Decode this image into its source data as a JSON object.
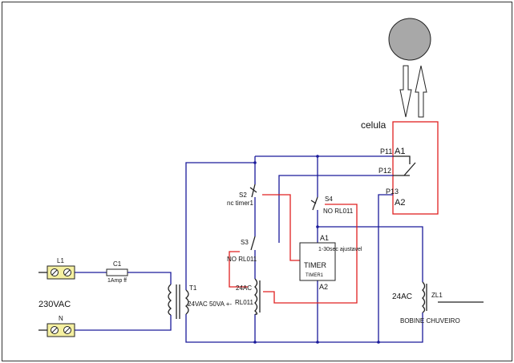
{
  "colors": {
    "wire_primary": "#1a1a9a",
    "wire_control": "#e02020",
    "terminal_fill": "#f5f0a0",
    "sensor_fill": "#a8a8a8"
  },
  "labels": {
    "celula": "celula",
    "p11": "P11",
    "a1_cell": "A1",
    "p12": "P12",
    "p13": "P13",
    "a2_cell": "A2",
    "s2": "S2",
    "s2_desc": "nc timer1",
    "s4": "S4",
    "s4_desc": "NO RL011",
    "s3": "S3",
    "s3_desc": "NO RL011",
    "a1_timer": "A1",
    "timer_range": "1-30sec ajustavel",
    "timer_name": "TIMER",
    "timer_id": "TIMER1",
    "a2_timer": "A2",
    "relay_voltage": "24AC",
    "relay_id": "RL011",
    "l1": "L1",
    "c1": "C1",
    "c1_rating": "1Amp ff",
    "mains_voltage": "230VAC",
    "neutral": "N",
    "t1": "T1",
    "t1_rating": "24VAC 50VA +-",
    "coil_voltage": "24AC",
    "zl1": "ZL1",
    "zl1_desc": "BOBINE CHUVEIRO"
  }
}
